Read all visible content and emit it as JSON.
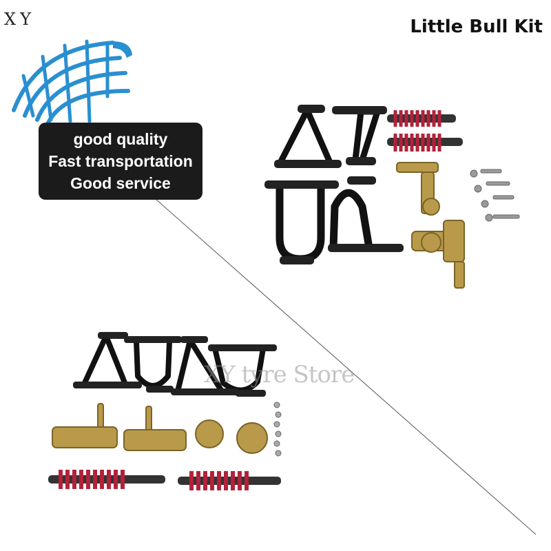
{
  "brand": {
    "mark": "XY"
  },
  "header": {
    "title": "Little Bull Kit"
  },
  "banner": {
    "lines": [
      "good quality",
      "Fast transportation",
      "Good service"
    ]
  },
  "watermark": {
    "text": "XY tyre Store"
  },
  "colors": {
    "banner_bg": "#1b1b1b",
    "logo_blue": "#2a8fd0",
    "spring_red": "#b3213a",
    "arm_black": "#111111",
    "brass": "#b89a4a"
  }
}
